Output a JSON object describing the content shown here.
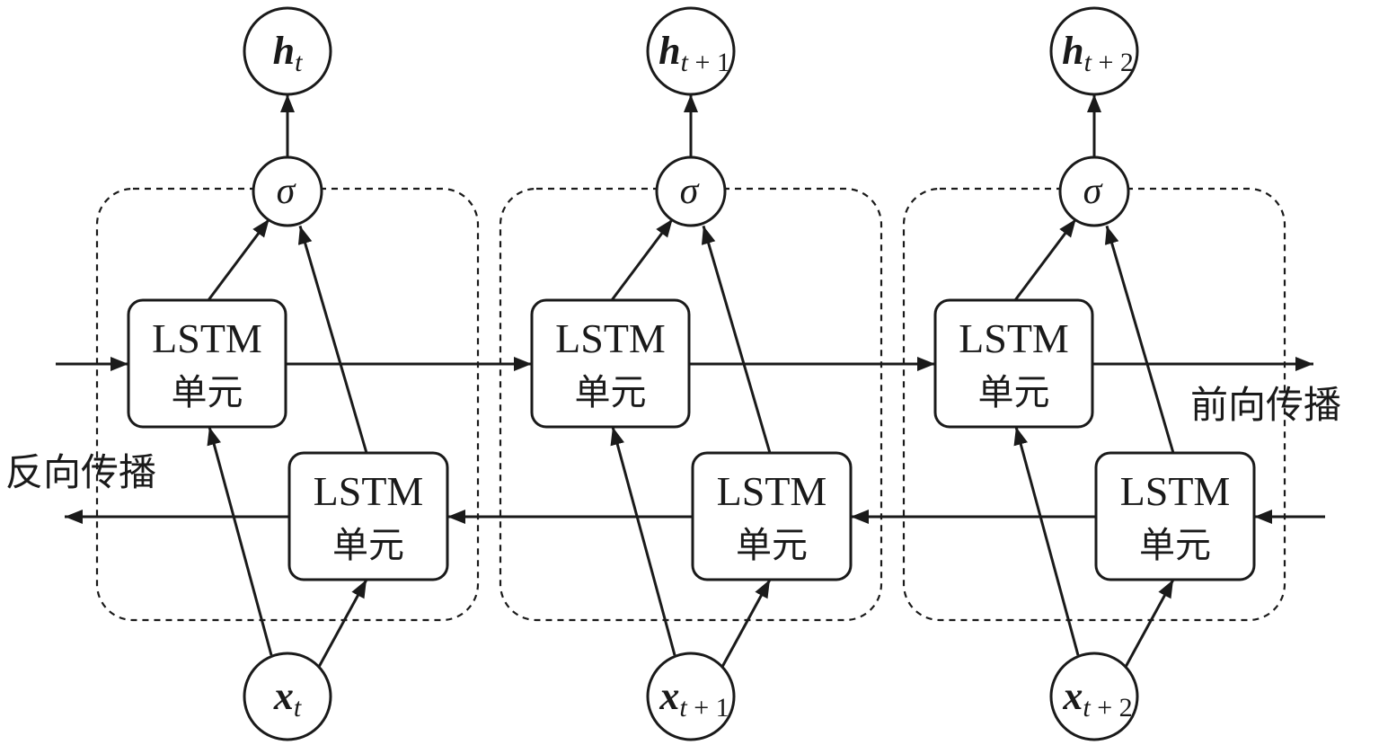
{
  "diagram": {
    "type": "bidirectional-lstm",
    "forward_label": "前向传播",
    "backward_label": "反向传播",
    "cell_label_line1": "LSTM",
    "cell_label_line2": "单元",
    "activation_symbol": "σ",
    "timesteps": [
      {
        "output_var": "h",
        "input_var": "x",
        "subscript_t": "t",
        "subscript_offset": ""
      },
      {
        "output_var": "h",
        "input_var": "x",
        "subscript_t": "t",
        "subscript_offset": " + 1"
      },
      {
        "output_var": "h",
        "input_var": "x",
        "subscript_t": "t",
        "subscript_offset": " + 2"
      }
    ],
    "colors": {
      "stroke": "#1a1a1a",
      "background": "#ffffff"
    }
  }
}
